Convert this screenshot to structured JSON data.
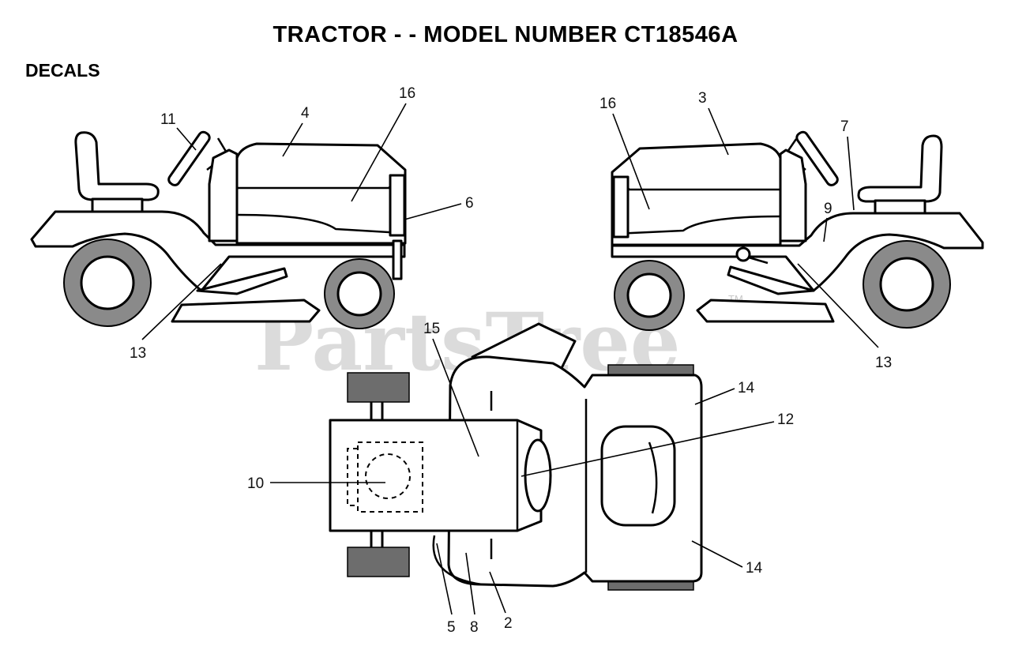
{
  "title": "TRACTOR - - MODEL NUMBER CT18546A",
  "section": "DECALS",
  "watermark": {
    "text": "PartsTree",
    "trademark": "TM"
  },
  "callouts": {
    "left_view": [
      "11",
      "4",
      "16",
      "6",
      "13"
    ],
    "right_view": [
      "16",
      "3",
      "7",
      "9",
      "13"
    ],
    "top_view": [
      "15",
      "14",
      "12",
      "10",
      "14",
      "5",
      "8",
      "2"
    ]
  }
}
